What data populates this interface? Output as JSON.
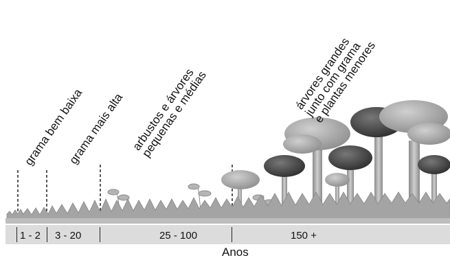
{
  "stages": [
    {
      "id": "stage1",
      "lines": [
        "grama bem baixa"
      ]
    },
    {
      "id": "stage2",
      "lines": [
        "grama mais alta"
      ]
    },
    {
      "id": "stage3",
      "lines": [
        "arbustos e árvores",
        "pequenas e médias"
      ]
    },
    {
      "id": "stage4",
      "lines": [
        "árvores grandes",
        "junto com grama",
        "e plantas menores"
      ]
    }
  ],
  "timeline": {
    "segments": [
      "1 - 2",
      "3 - 20",
      "25 - 100",
      "150 +"
    ],
    "axis_title": "Anos"
  },
  "colors": {
    "grass": "#9a9a9a",
    "tree_light": "#a9a9a9",
    "tree_dark": "#4a4a4a",
    "bar": "#dcdcdc"
  }
}
